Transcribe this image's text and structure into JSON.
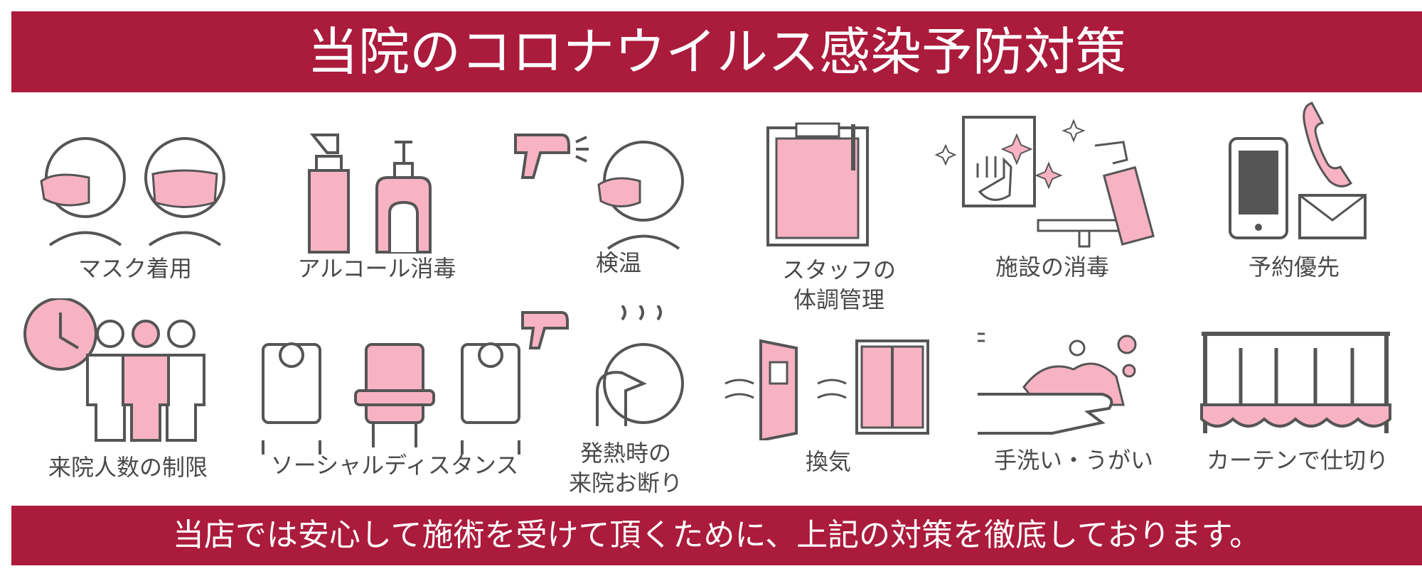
{
  "title": "当院のコロナウイルス感染予防対策",
  "footer": "当店では安心して施術を受けて頂くために、上記の対策を徹底しております。",
  "colors": {
    "banner": "#ab1b3b",
    "pink": "#f7b3c3",
    "line": "#555555"
  },
  "items": [
    {
      "icon": "mask-icon",
      "label": "マスク着用"
    },
    {
      "icon": "alcohol-spray-icon",
      "label": "アルコール消毒"
    },
    {
      "icon": "thermometer-icon",
      "label": "検温"
    },
    {
      "icon": "clipboard-icon",
      "label": "スタッフの",
      "label2": "体調管理"
    },
    {
      "icon": "cleaning-icon",
      "label": "施設の消毒"
    },
    {
      "icon": "phone-mail-icon",
      "label": "予約優先"
    },
    {
      "icon": "clock-people-icon",
      "label": "来院人数の制限"
    },
    {
      "icon": "chairs-icon",
      "label": "ソーシャルディスタンス"
    },
    {
      "icon": "fever-icon",
      "label": "発熱時の",
      "label2": "来院お断り"
    },
    {
      "icon": "ventilation-icon",
      "label": "換気"
    },
    {
      "icon": "handwash-icon",
      "label": "手洗い・うがい"
    },
    {
      "icon": "curtain-icon",
      "label": "カーテンで仕切り"
    }
  ]
}
